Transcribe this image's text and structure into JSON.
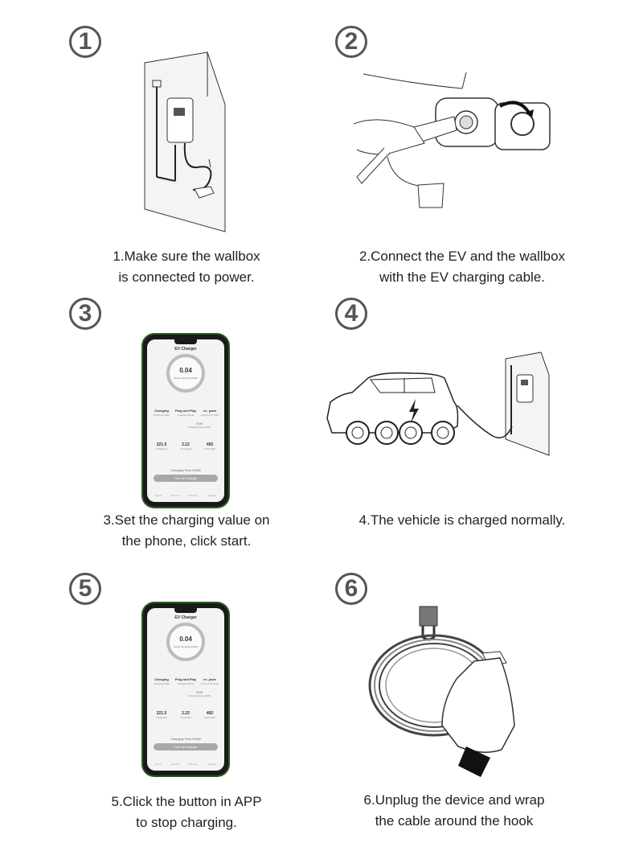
{
  "steps": [
    {
      "num": "1",
      "caption_l1": "1.Make sure the wallbox",
      "caption_l2": "is connected to power."
    },
    {
      "num": "2",
      "caption_l1": "2.Connect the EV and the wallbox",
      "caption_l2": "with the EV charging cable."
    },
    {
      "num": "3",
      "caption_l1": "3.Set the charging value on",
      "caption_l2": "the phone, click start."
    },
    {
      "num": "4",
      "caption_l1": "4.The vehicle is charged normally.",
      "caption_l2": ""
    },
    {
      "num": "5",
      "caption_l1": "5.Click the button in APP",
      "caption_l2": "to stop charging."
    },
    {
      "num": "6",
      "caption_l1": "6.Unplug the device and wrap",
      "caption_l2": "the cable around the hook"
    }
  ],
  "app": {
    "title": "EV Charger",
    "value": "0.04",
    "value_label": "Single electricity(KWh)",
    "info": [
      {
        "label": "Charging",
        "sub": "Charging State"
      },
      {
        "label": "Plug and Play",
        "sub": "Charging Mode"
      },
      {
        "label": "ev_pwm",
        "sub": "Current CP State"
      }
    ],
    "mid_value": "0.00",
    "mid_label": "Charging Data (kWh)",
    "stats": [
      {
        "value": "221.5",
        "label": "Voltage(V)"
      },
      {
        "value": "2.22",
        "label": "Current(A)"
      },
      {
        "value": "492",
        "label": "Power(W)"
      }
    ],
    "charging_time": "Charging Time 0H0M",
    "button": "Turn off Charger",
    "tabs": [
      "Home",
      "Record",
      "Reserve",
      "Settings"
    ]
  }
}
